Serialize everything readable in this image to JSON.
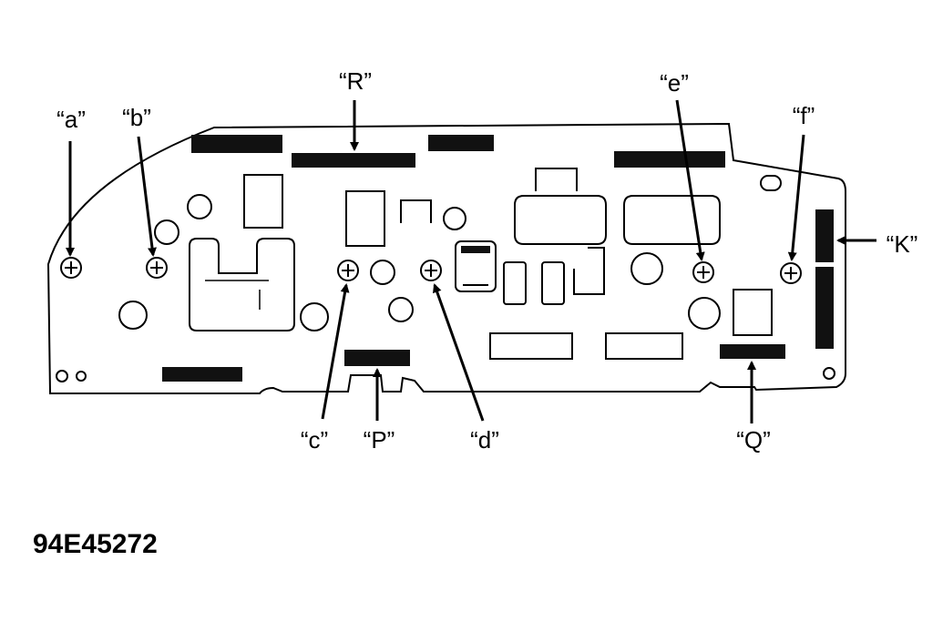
{
  "callouts": {
    "a": "“a”",
    "b": "“b”",
    "c": "“c”",
    "d": "“d”",
    "e": "“e”",
    "f": "“f”",
    "R": "“R”",
    "P": "“P”",
    "Q": "“Q”",
    "K": "“K”"
  },
  "figure_id": "94E45272"
}
